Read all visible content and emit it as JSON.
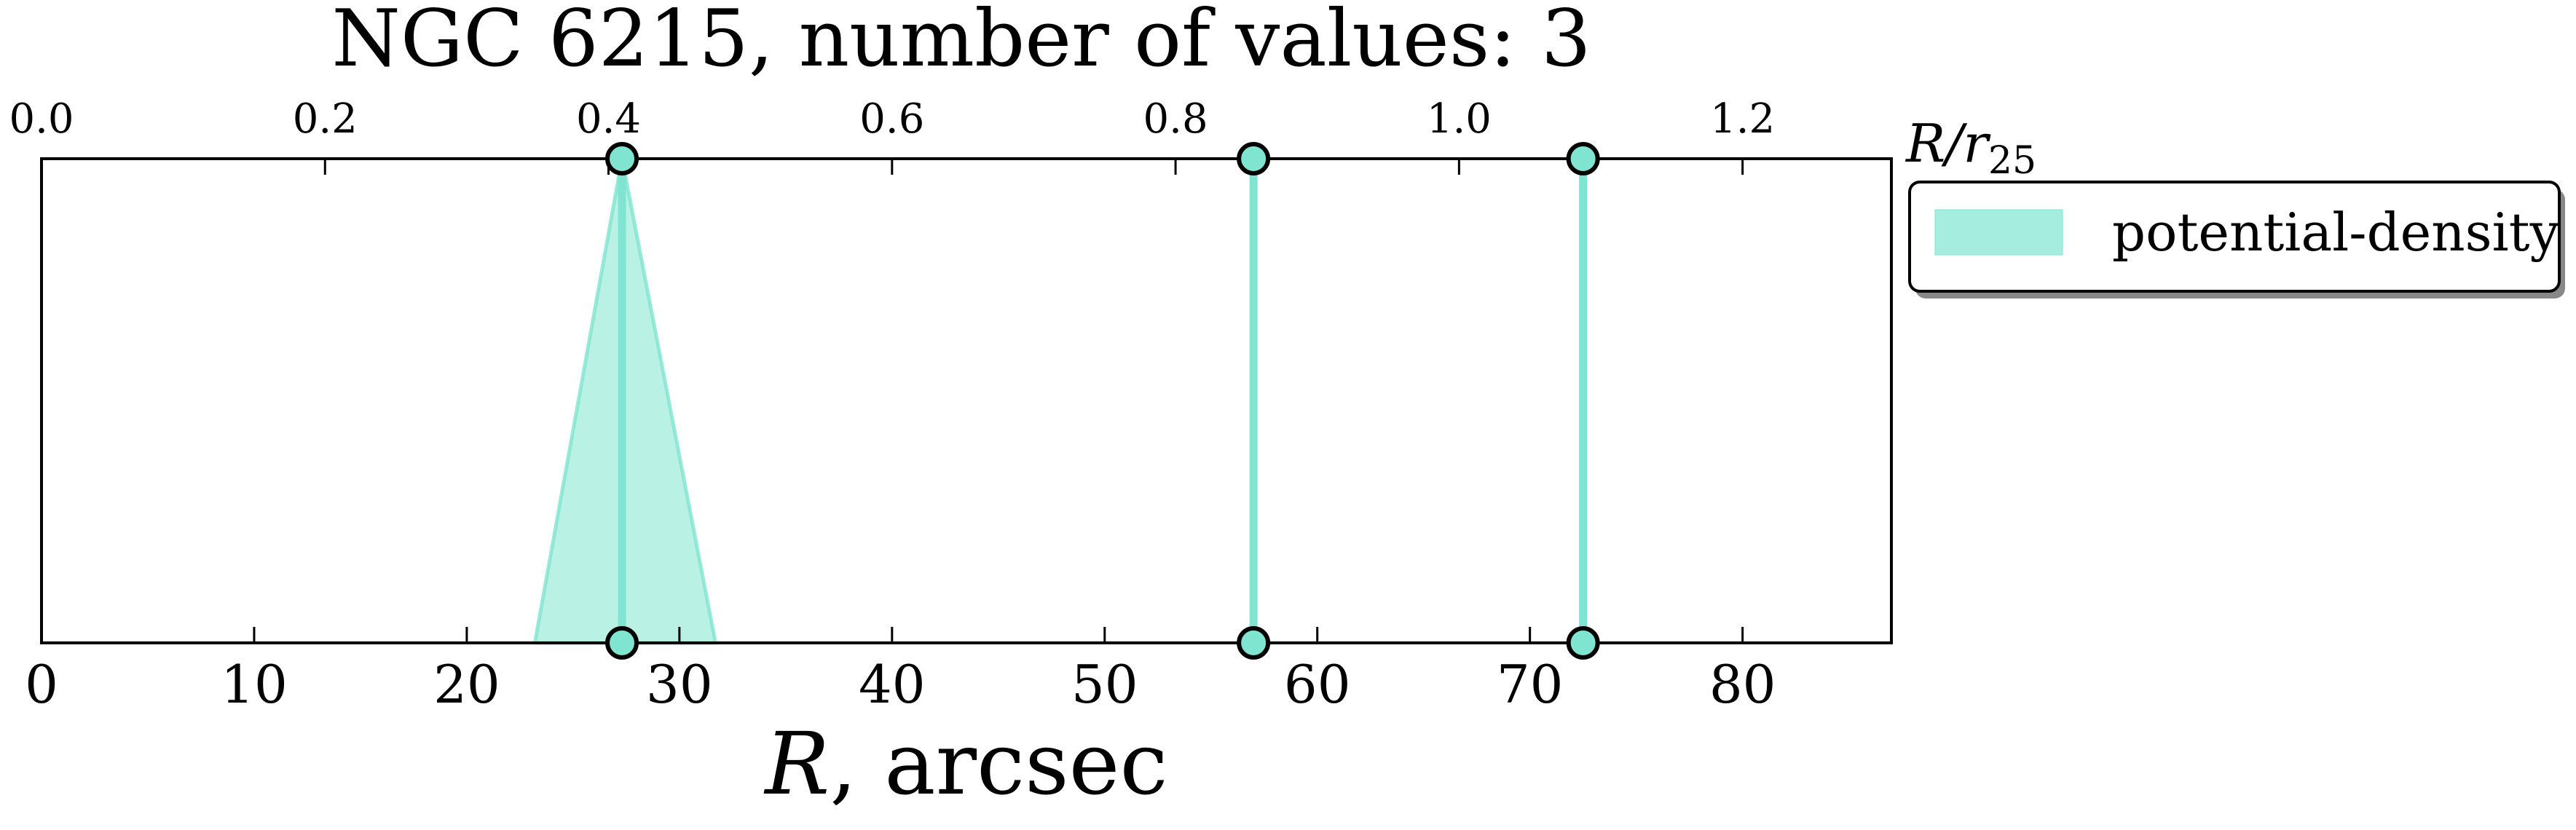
{
  "chart_data": {
    "type": "line",
    "title": "NGC 6215, number of values: 3",
    "xlabel": "R, arcsec",
    "xlabel_symbol": "R",
    "xlabel_unit": ", arcsec",
    "top_xlabel": "R/r25",
    "top_xlabel_main": "R/r",
    "top_xlabel_sub": "25",
    "xlim": [
      0,
      87
    ],
    "top_xlim": [
      0,
      1.305
    ],
    "xticks": [
      0,
      10,
      20,
      30,
      40,
      50,
      60,
      70,
      80
    ],
    "xtick_labels": [
      "0",
      "10",
      "20",
      "30",
      "40",
      "50",
      "60",
      "70",
      "80"
    ],
    "top_xticks": [
      0.0,
      0.2,
      0.4,
      0.6,
      0.8,
      1.0,
      1.2
    ],
    "top_xtick_labels": [
      "0.0",
      "0.2",
      "0.4",
      "0.6",
      "0.8",
      "1.0",
      "1.2"
    ],
    "grid": false,
    "legend_position": "outside-top-right",
    "series": [
      {
        "name": "potential-density",
        "color": "#7fe5d0",
        "marker_edge_color": "#000000",
        "values": [
          27.3,
          57.0,
          72.5
        ],
        "uncertainty_band": {
          "center": 27.3,
          "base_min": 23.2,
          "base_max": 31.7
        }
      }
    ]
  }
}
